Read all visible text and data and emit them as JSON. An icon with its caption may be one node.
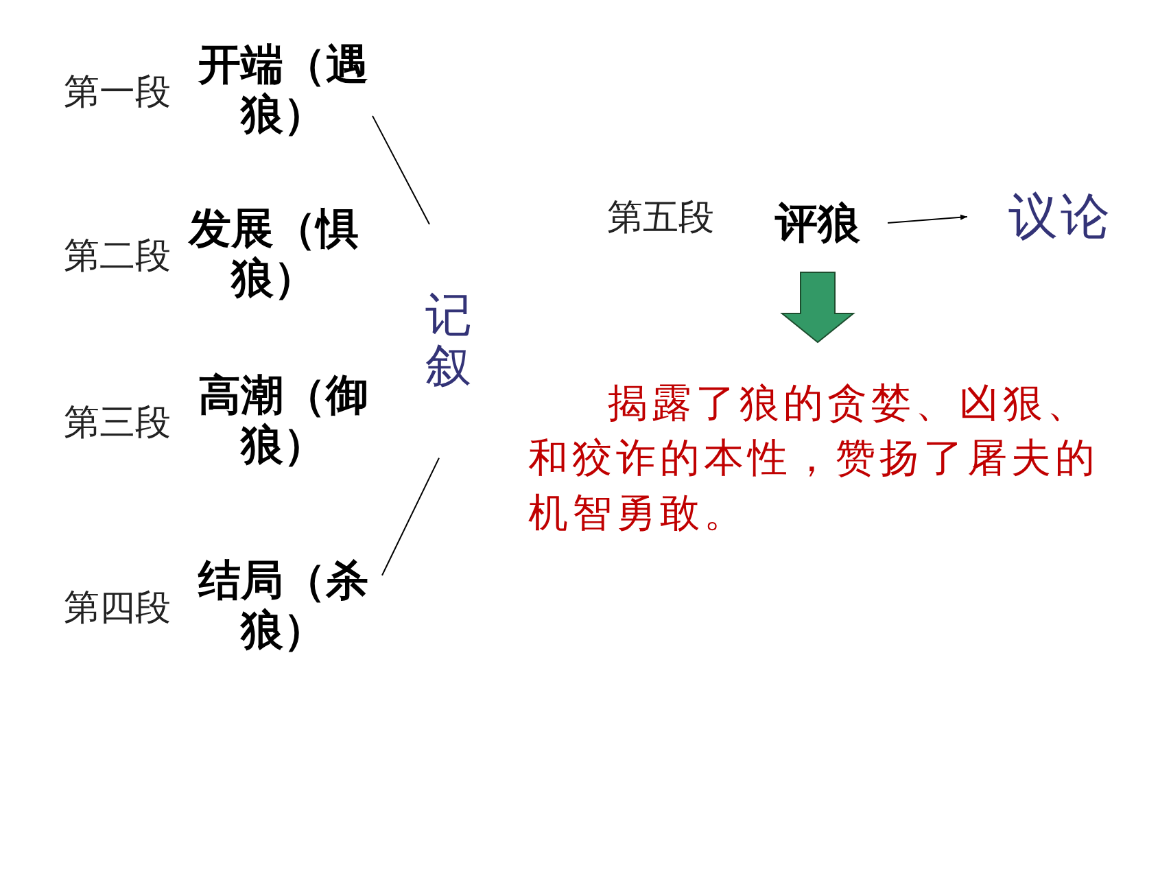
{
  "diagram": {
    "nodes": [
      {
        "text": [
          "开端（遇狼）"
        ],
        "beside": [
          "第一段"
        ]
      },
      {
        "text": [
          "发展（惧狼）"
        ],
        "beside": [
          "第二段"
        ]
      },
      {
        "text": [
          "高潮（御狼）"
        ],
        "beside": [
          "第三段"
        ]
      },
      {
        "text": [
          "结局（杀狼）"
        ],
        "beside": [
          "第四段"
        ]
      },
      {
        "text": [
          "记叙"
        ]
      },
      {
        "text": [
          "评狼"
        ],
        "beside": [
          "第五段"
        ]
      },
      {
        "text": [
          "议论"
        ]
      },
      {
        "text": [
          "揭露了狼的贪婪、凶狠、和狡诈的本性，赞扬了屠夫的机智勇敢。"
        ]
      }
    ],
    "edges": [
      {
        "from": 0,
        "to": 4,
        "arrow": "none"
      },
      {
        "from": 3,
        "to": 4,
        "arrow": "none"
      },
      {
        "from": 5,
        "to": 6,
        "arrow": "to"
      },
      {
        "from": 5,
        "to": 7,
        "arrow": "to",
        "style": "thick",
        "color": "#339966"
      }
    ]
  }
}
